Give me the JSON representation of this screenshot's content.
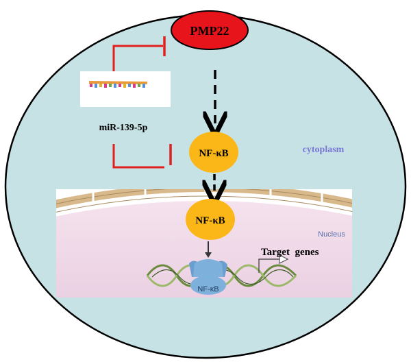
{
  "nodes": {
    "pmp22": "PMP22",
    "mirna": "miR-139-5p",
    "nfkb_cyto": "NF-κB",
    "nfkb_nuc": "NF-κB",
    "nfkb_dna": "NF-κB"
  },
  "labels": {
    "cytoplasm": "cytoplasm",
    "nucleus": "Nucleus",
    "target_genes": "Target  genes"
  },
  "colors": {
    "cell": "#c7e2e5",
    "pmp22": "#e8141b",
    "nfkb": "#fbb718",
    "inhibit": "#e0201f",
    "cytoplasm_text": "#7a7ad4",
    "nucleus_bg": "#f0d6e6",
    "envelope": "#d8b98c"
  }
}
